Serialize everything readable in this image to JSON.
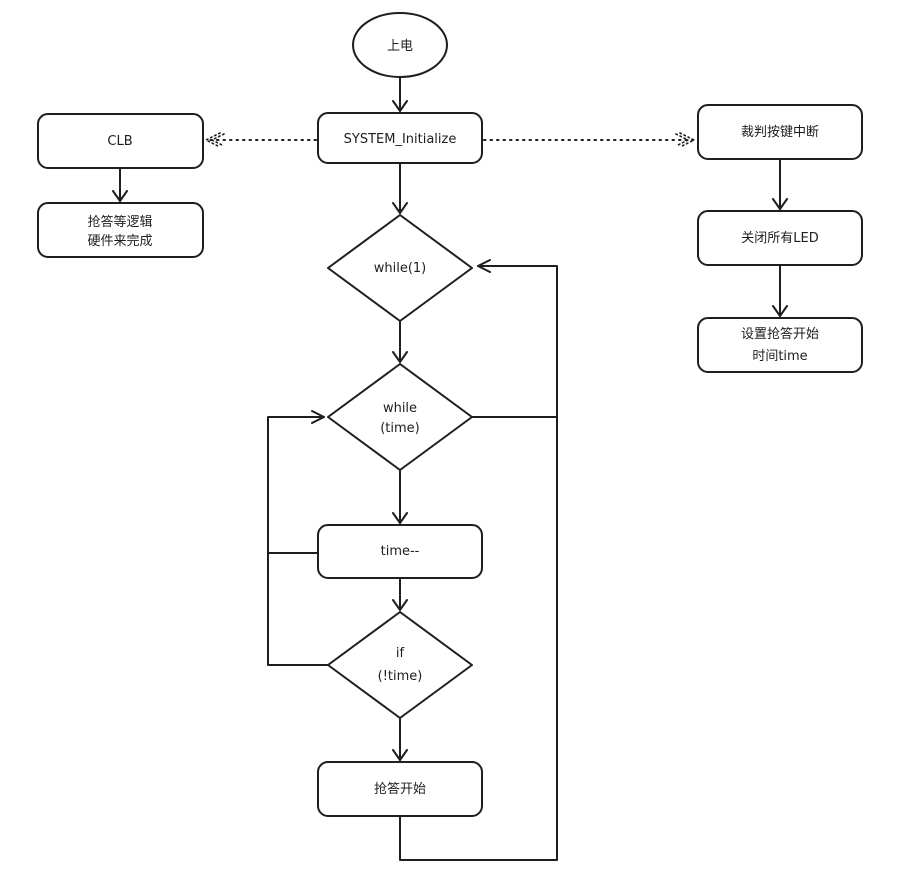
{
  "nodes": {
    "power_on": "上电",
    "system_init": "SYSTEM_Initialize",
    "clb": "CLB",
    "clb_desc": [
      "抢答等逻辑",
      "硬件来完成"
    ],
    "while_1": "while(1)",
    "while_time": [
      "while",
      "(time)"
    ],
    "time_dec": "time--",
    "if_not_time": [
      "if",
      "(!time)"
    ],
    "start_answer": "抢答开始",
    "judge_interrupt": "裁判按键中断",
    "close_leds": "关闭所有LED",
    "set_time": [
      "设置抢答开始",
      "时间time"
    ]
  }
}
